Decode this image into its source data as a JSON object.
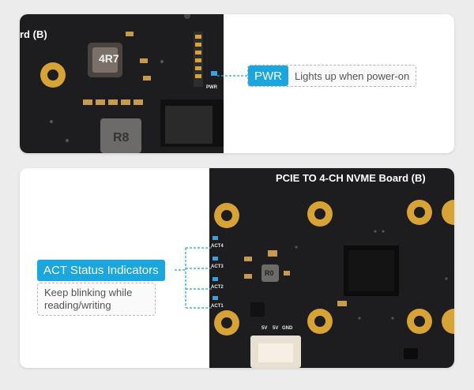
{
  "top_panel": {
    "board_title": "rd (B)",
    "inductor_marking": "4R7",
    "inductor2_marking": "R8",
    "silk_pwr": "PWR",
    "callout_label": "PWR",
    "callout_desc": "Lights up when power-on"
  },
  "bottom_panel": {
    "board_title": "PCIE TO 4-CH NVME Board (B)",
    "act_silk": [
      "ACT4",
      "ACT3",
      "ACT2",
      "ACT1"
    ],
    "power_silk": [
      "5V",
      "5V",
      "GND"
    ],
    "inductor_marking": "R0",
    "callout_label": "ACT Status Indicators",
    "callout_desc": "Keep blinking while reading/writing"
  },
  "colors": {
    "accent": "#1aa7e0",
    "pcb": "#1d1d1f",
    "gold": "#d8a336"
  }
}
